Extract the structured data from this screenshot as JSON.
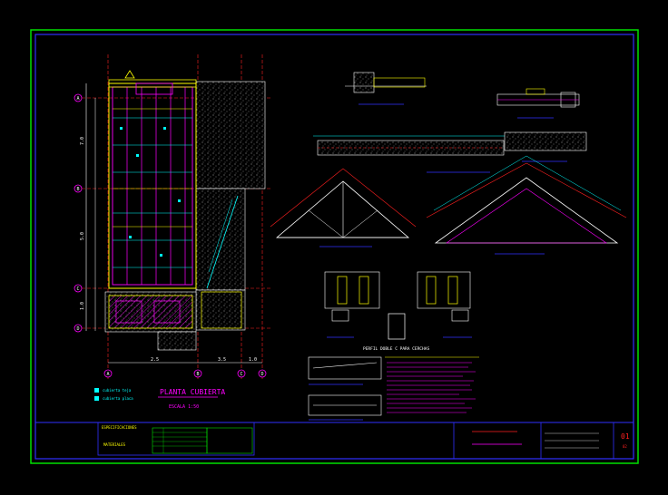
{
  "plan": {
    "title": "PLANTA CUBIERTA",
    "scale": "ESCALA 1:50",
    "grid_rows": [
      "A",
      "B",
      "C",
      "D"
    ],
    "grid_cols": [
      "A",
      "B",
      "C",
      "D"
    ],
    "dim_vertical": [
      "7.0",
      "5.0",
      "1.0"
    ],
    "dim_horizontal": [
      "2.5",
      "3.5",
      "1.0"
    ]
  },
  "truss": {
    "profile_label": "PERFIL DOBLE C PARA CERCHAS"
  },
  "legend": {
    "item1": "cubierta teja",
    "item2": "cubierta placa"
  },
  "title_block": {
    "sheet_number": "01",
    "sheet_of": "02",
    "specs_header": "ESPECIFICACIONES",
    "specs_sub": "MATERIALES"
  },
  "colors": {
    "frame_outer": "#00e000",
    "frame_inner": "#2020ff",
    "magenta": "#ff00ff",
    "yellow": "#ffff00",
    "cyan": "#00ffff",
    "red": "#ff2020",
    "white": "#ffffff"
  }
}
